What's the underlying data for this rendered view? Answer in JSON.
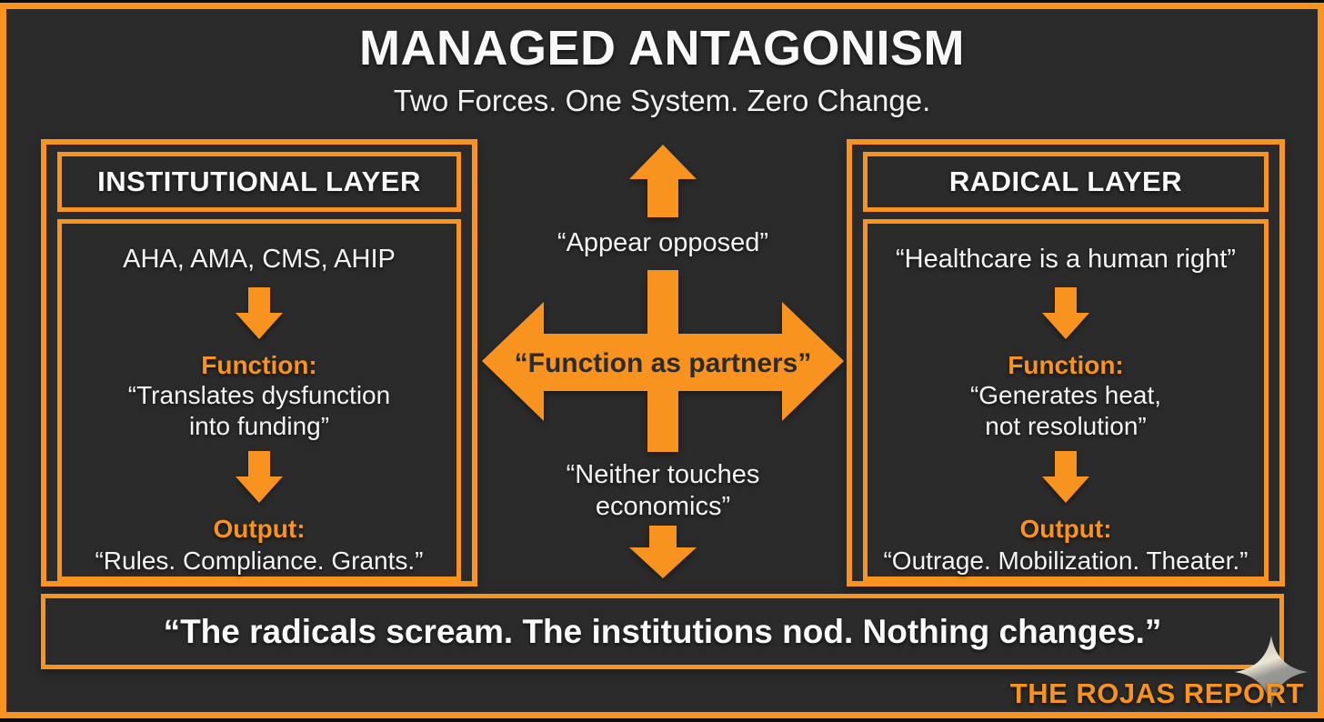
{
  "header": {
    "title": "MANAGED ANTAGONISM",
    "subtitle": "Two Forces. One System. Zero Change."
  },
  "left_panel": {
    "title": "INSTITUTIONAL LAYER",
    "actors": "AHA, AMA, CMS, AHIP",
    "function_label": "Function:",
    "function_line1": "“Translates dysfunction",
    "function_line2": "into funding”",
    "output_label": "Output:",
    "output_text": "“Rules. Compliance. Grants.”"
  },
  "right_panel": {
    "title": "RADICAL LAYER",
    "claim": "“Healthcare is a human right”",
    "function_label": "Function:",
    "function_line1": "“Generates heat,",
    "function_line2": "not resolution”",
    "output_label": "Output:",
    "output_text": "“Outrage. Mobilization. Theater.”"
  },
  "center": {
    "top_label": "“Appear opposed”",
    "middle_label": "“Function as partners”",
    "bottom_label_line1": "“Neither touches",
    "bottom_label_line2": "economics”"
  },
  "footer": {
    "quote": "“The radicals scream. The institutions nod. Nothing changes.”",
    "brand": "THE ROJAS REPORT"
  },
  "icons": {
    "sparkle": "four-point-sparkle-star",
    "cross_arrows": "four-way-arrow-cross",
    "down_arrow": "downward-flow-arrow"
  },
  "colors": {
    "accent_orange": "#F7931E",
    "background_charcoal": "#2B2B2C",
    "frame_black": "#0C0C0C",
    "text_white": "#F5F5F5",
    "text_dark": "#2B2B2C",
    "star_gray": "#8C8C8C",
    "star_highlight": "#EEE6D5"
  }
}
